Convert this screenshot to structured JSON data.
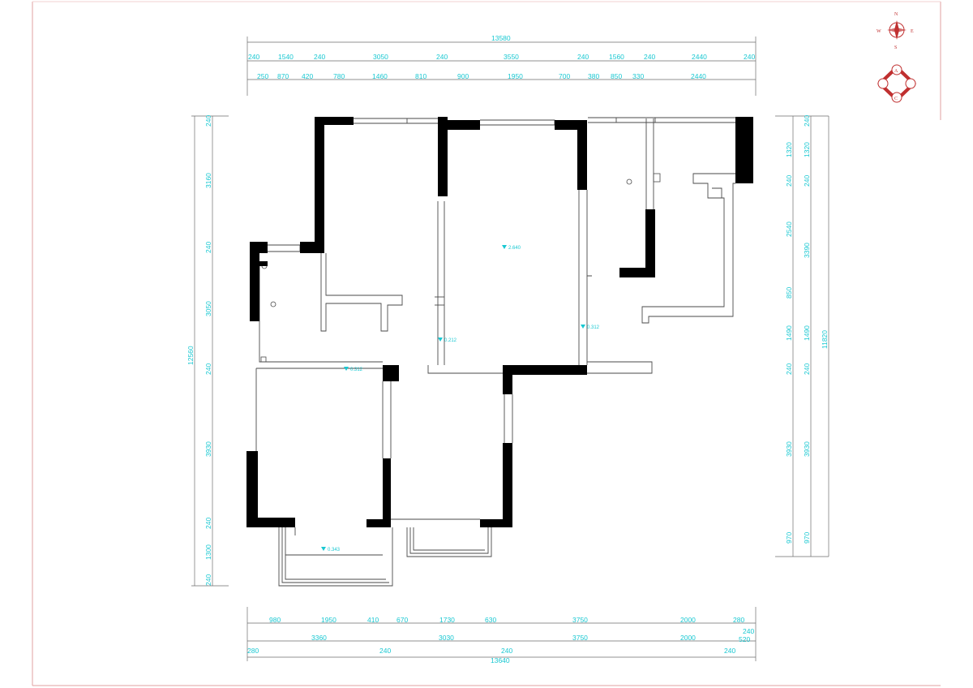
{
  "plan": {
    "top_dims": {
      "total": "13580",
      "row1": [
        "240",
        "1540",
        "240",
        "3050",
        "240",
        "3550",
        "240",
        "1560",
        "240",
        "2440",
        "240"
      ],
      "row2": [
        "250",
        "870",
        "420",
        "780",
        "1460",
        "810",
        "900",
        "1950",
        "700",
        "380",
        "850",
        "330",
        "2440"
      ]
    },
    "bottom_dims": {
      "row1": [
        "980",
        "1950",
        "410",
        "670",
        "1730",
        "630",
        "3750",
        "2000",
        "280"
      ],
      "row2": [
        "3360",
        "3030",
        "3750",
        "2000",
        "240"
      ],
      "row3": [
        "280",
        "240",
        "240",
        "240",
        "520"
      ],
      "total": "13640"
    },
    "left_dims": {
      "segments": [
        "240",
        "3160",
        "240",
        "3050",
        "240",
        "3930",
        "240",
        "1300",
        "240"
      ],
      "total": "12560"
    },
    "right_dims": {
      "inner": [
        "1320",
        "240",
        "2540",
        "850",
        "1490",
        "240",
        "3930",
        "970"
      ],
      "outer": [
        "240",
        "1320",
        "240",
        "3390",
        "1490",
        "240",
        "3930",
        "970"
      ],
      "total": "11820"
    },
    "levels": [
      "2.640",
      "0.212",
      "0.312",
      "0.312",
      "0.343"
    ],
    "compass": {
      "n": "N",
      "s": "S",
      "e": "E",
      "w": "W",
      "a": "A",
      "c": "C"
    }
  }
}
